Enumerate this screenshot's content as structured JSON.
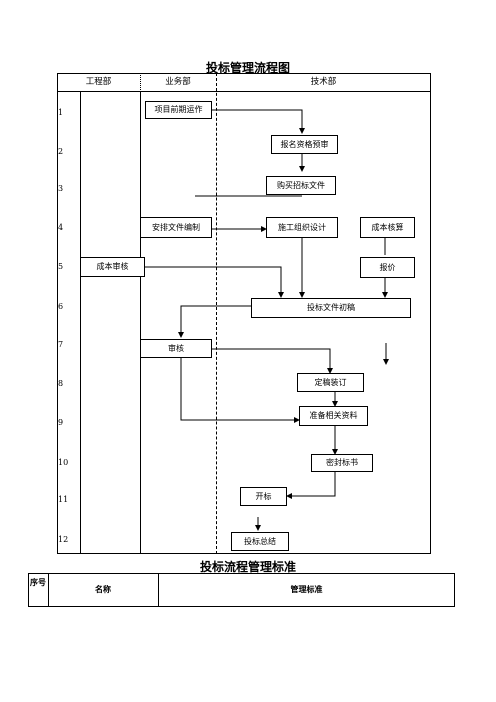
{
  "flow_title": "投标管理流程图",
  "columns": [
    "工程部",
    "业务部",
    "技术部"
  ],
  "rows": [
    "1",
    "2",
    "3",
    "4",
    "5",
    "6",
    "7",
    "8",
    "9",
    "10",
    "11",
    "12"
  ],
  "steps": {
    "s1": "项目前期运作",
    "s2": "报名资格预审",
    "s3": "购买招标文件",
    "s4a": "安排文件编制",
    "s4b": "施工组织设计",
    "s4c": "成本核算",
    "s5a": "成本审核",
    "s5b": "报价",
    "s6": "投标文件初稿",
    "s7": "审核",
    "s8": "定稿装订",
    "s9": "准备相关资料",
    "s10": "密封标书",
    "s11": "开标",
    "s12": "投标总结"
  },
  "standard_title": "投标流程管理标准",
  "standard_table": {
    "col_seq": "序号",
    "col_name": "名称",
    "col_standard": "管理标准"
  }
}
